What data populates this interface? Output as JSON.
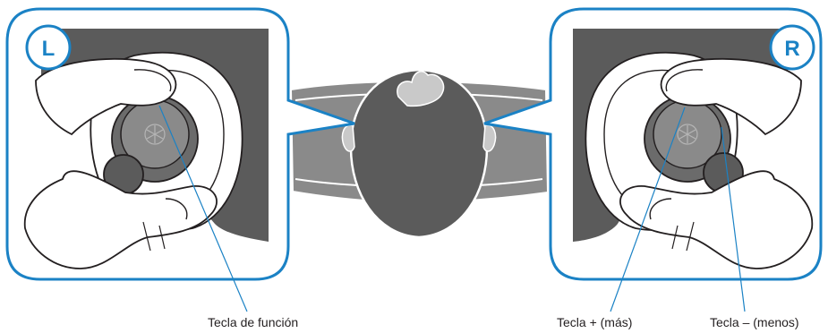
{
  "diagram": {
    "left_panel": {
      "badge": "L"
    },
    "right_panel": {
      "badge": "R"
    },
    "callouts": {
      "function_key": "Tecla de función",
      "plus_key": "Tecla + (más)",
      "minus_key": "Tecla – (menos)"
    }
  },
  "colors": {
    "accent_blue": "#1b82c5",
    "dark_gray": "#5b5b5b",
    "mid_gray": "#8a8a8a",
    "light_gray": "#c9c9c9",
    "outline": "#231f20"
  }
}
